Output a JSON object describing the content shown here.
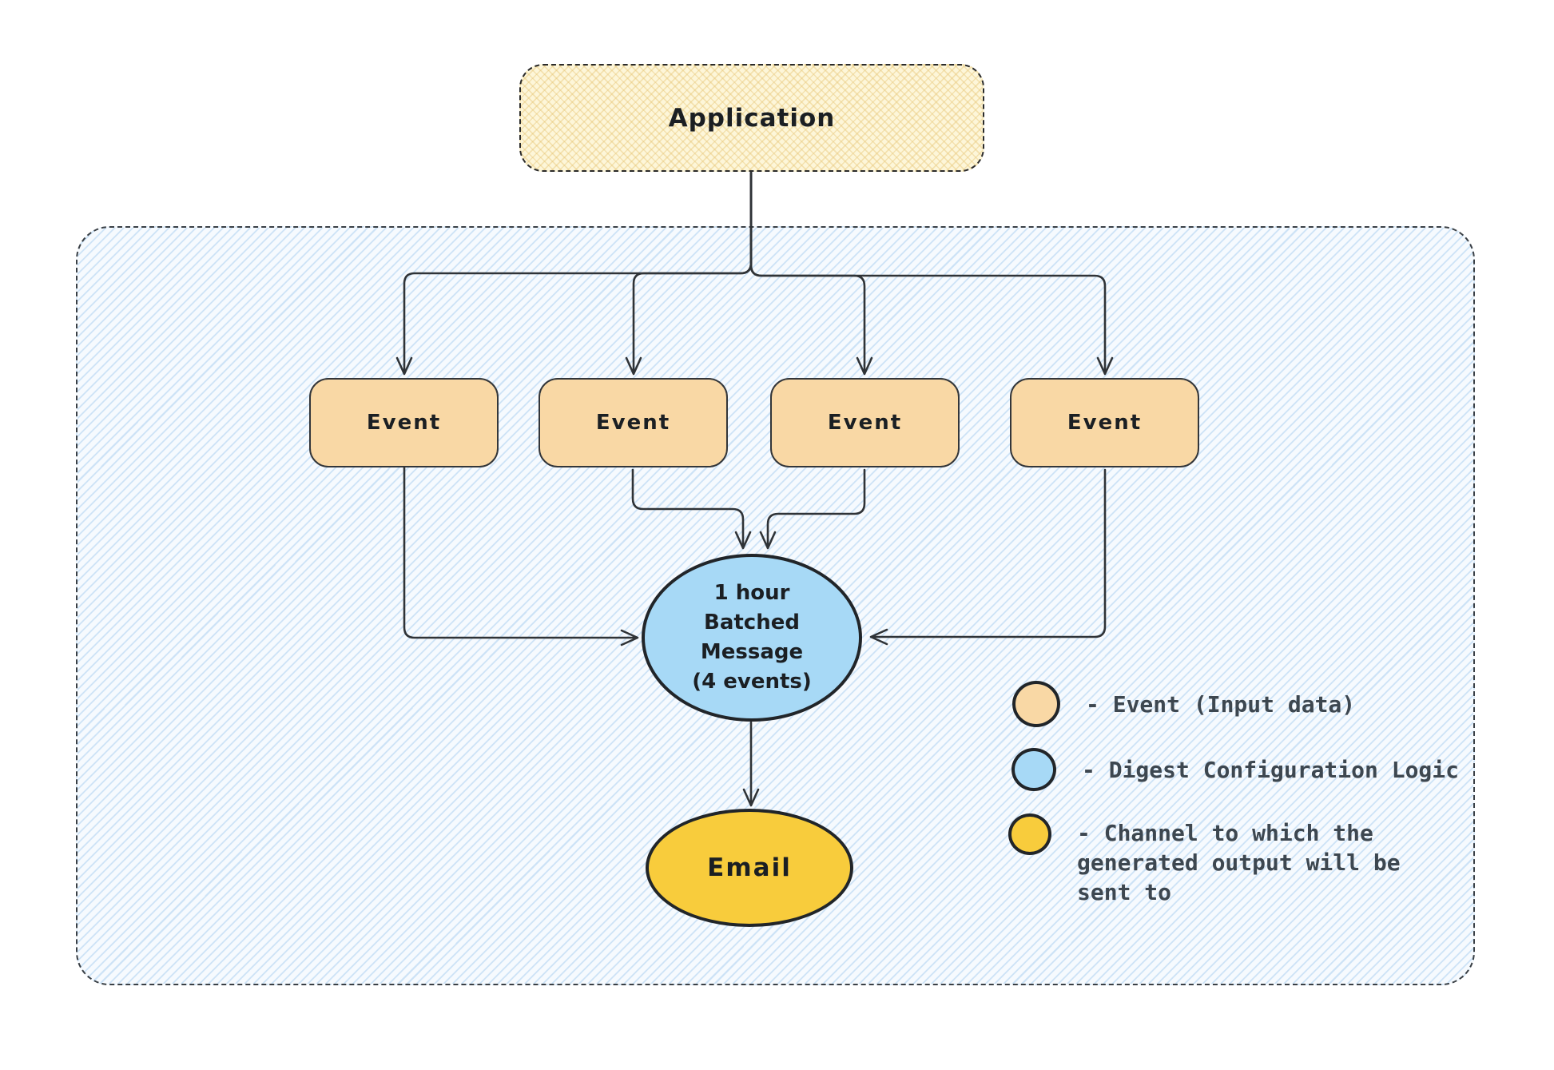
{
  "diagram": {
    "application": {
      "label": "Application",
      "fill": "#fdf6d9"
    },
    "event_fill": "#f9d8a5",
    "events": [
      {
        "label": "Event"
      },
      {
        "label": "Event"
      },
      {
        "label": "Event"
      },
      {
        "label": "Event"
      }
    ],
    "digest": {
      "label": "1 hour\nBatched\nMessage\n(4 events)",
      "fill": "#a7d9f6"
    },
    "email": {
      "label": "Email",
      "fill": "#f8cc3c"
    }
  },
  "legend": {
    "items": [
      {
        "swatch": "#f9d8a5",
        "label": "- Event (Input data)"
      },
      {
        "swatch": "#a7d9f6",
        "label": "- Digest Configuration Logic"
      },
      {
        "swatch": "#f8cc3c",
        "label": "- Channel to which the\ngenerated output will be\nsent to"
      }
    ]
  },
  "colors": {
    "stroke": "#2f3337",
    "container_border": "#3a4046",
    "container_hatch": "#8cbeeb",
    "legend_text": "#3d4750"
  }
}
